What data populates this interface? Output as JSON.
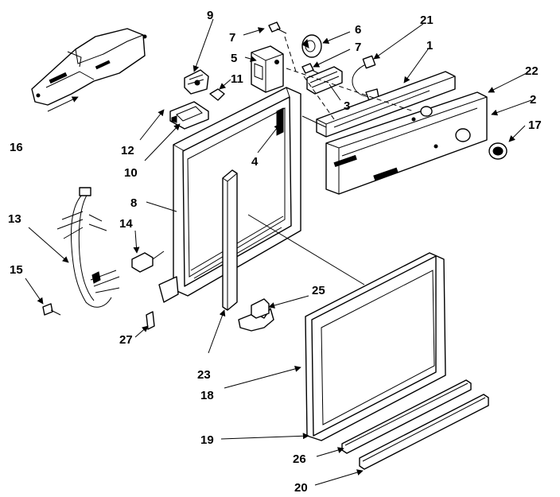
{
  "callouts": {
    "c1": "1",
    "c2": "2",
    "c3": "3",
    "c4": "4",
    "c5": "5",
    "c6": "6",
    "c7a": "7",
    "c7b": "7",
    "c8": "8",
    "c9": "9",
    "c10": "10",
    "c11": "11",
    "c12": "12",
    "c13": "13",
    "c14": "14",
    "c15": "15",
    "c16": "16",
    "c17": "17",
    "c18": "18",
    "c19": "19",
    "c20": "20",
    "c21": "21",
    "c22": "22",
    "c23": "23",
    "c25": "25",
    "c26": "26",
    "c27": "27"
  }
}
